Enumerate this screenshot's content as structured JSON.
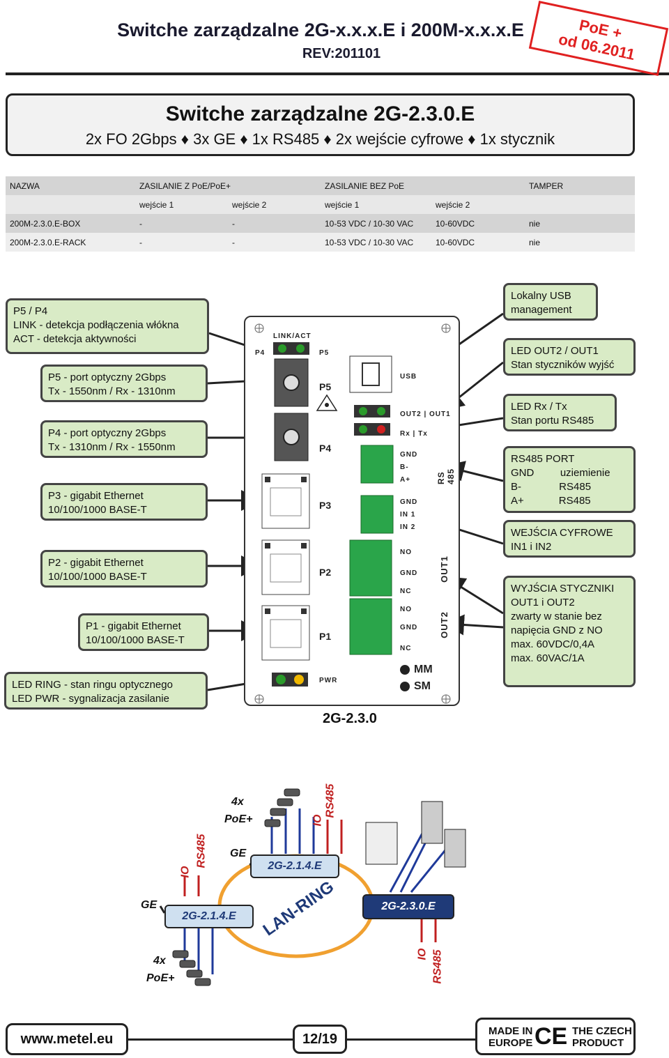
{
  "header": {
    "title": "Switche zarządzalne 2G-x.x.x.E i 200M-x.x.x.E",
    "rev": "REV:201101",
    "stamp_line1": "PoE +",
    "stamp_line2": "od 06.2011"
  },
  "banner": {
    "title": "Switche zarządzalne 2G-2.3.0.E",
    "subtitle": "2x FO 2Gbps ♦ 3x GE ♦ 1x RS485 ♦ 2x wejście cyfrowe ♦ 1x stycznik"
  },
  "table": {
    "head1": [
      "NAZWA",
      "ZASILANIE Z PoE/PoE+",
      "ZASILANIE BEZ PoE",
      "TAMPER"
    ],
    "head2": [
      "wejście 1",
      "wejście 2",
      "wejście 1",
      "wejście 2"
    ],
    "rows": [
      [
        "200M-2.3.0.E-BOX",
        "-",
        "-",
        "10-53 VDC / 10-30 VAC",
        "10-60VDC",
        "nie"
      ],
      [
        "200M-2.3.0.E-RACK",
        "-",
        "-",
        "10-53 VDC / 10-30 VAC",
        "10-60VDC",
        "nie"
      ]
    ]
  },
  "left_boxes": [
    [
      "P5 / P4",
      "LINK - detekcja podłączenia włókna",
      "ACT - detekcja aktywności"
    ],
    [
      "P5 - port optyczny 2Gbps",
      "Tx - 1550nm / Rx - 1310nm"
    ],
    [
      "P4 - port optyczny 2Gbps",
      "Tx - 1310nm / Rx - 1550nm"
    ],
    [
      "P3 - gigabit Ethernet",
      "10/100/1000 BASE-T"
    ],
    [
      "P2 - gigabit Ethernet",
      "10/100/1000 BASE-T"
    ],
    [
      "P1 - gigabit Ethernet",
      "10/100/1000 BASE-T"
    ],
    [
      "LED RING - stan ringu optycznego",
      "LED PWR - sygnalizacja zasilanie"
    ]
  ],
  "right_boxes": [
    [
      "Lokalny USB",
      "management"
    ],
    [
      "LED OUT2 / OUT1",
      "Stan styczników wyjść"
    ],
    [
      "LED Rx / Tx",
      "Stan portu RS485"
    ],
    [
      "RS485 PORT",
      "GND         uziemienie",
      "B-             RS485",
      "A+            RS485"
    ],
    [
      "WEJŚCIA CYFROWE",
      "IN1 i IN2"
    ],
    [
      "WYJŚCIA STYCZNIKI",
      "OUT1 i OUT2",
      "zwarty w stanie bez",
      "napięcia GND z NO",
      "max. 60VDC/0,4A",
      "max. 60VAC/1A"
    ]
  ],
  "device": {
    "link_act": "LINK/ACT",
    "p4_small": "P4",
    "p5_small": "P5",
    "usb": "USB",
    "out_leds": "OUT2 | OUT1",
    "rxtx": "Rx | Tx",
    "rs485_pins": [
      "GND",
      "B-",
      "A+"
    ],
    "rs485_label": "RS 485",
    "in_pins": [
      "GND",
      "IN 1",
      "IN 2"
    ],
    "out1_pins": [
      "NO",
      "GND",
      "NC"
    ],
    "out2_pins": [
      "NO",
      "GND",
      "NC"
    ],
    "out1_label": "OUT1",
    "out2_label": "OUT2",
    "ports": [
      "P5",
      "P4",
      "P3",
      "P2",
      "P1"
    ],
    "pwr": "PWR",
    "mm": "MM",
    "sm": "SM",
    "model": "2G-2.3.0"
  },
  "network": {
    "node_top": "2G-2.1.4.E",
    "node_left": "2G-2.1.4.E",
    "node_right": "2G-2.3.0.E",
    "ring": "LAN-RING",
    "poe_top_1": "4x",
    "poe_top_2": "PoE+",
    "poe_bottom_1": "4x",
    "poe_bottom_2": "PoE+",
    "ge_top": "GE",
    "ge_left": "GE",
    "io": "IO",
    "rs485": "RS485"
  },
  "footer": {
    "url": "www.metel.eu",
    "page": "12/19",
    "made_in_1": "MADE IN",
    "made_in_2": "EUROPE",
    "ce": "CE",
    "czech_1": "THE CZECH",
    "czech_2": "PRODUCT"
  },
  "colors": {
    "box_green": "#d9ebc6",
    "node_light": "#cfe0f0",
    "node_dark": "#1f3a78",
    "ring": "#f0a030",
    "arrow_blue": "#1f3a9a",
    "arrow_red": "#c02020",
    "stamp_red": "#e02020"
  }
}
